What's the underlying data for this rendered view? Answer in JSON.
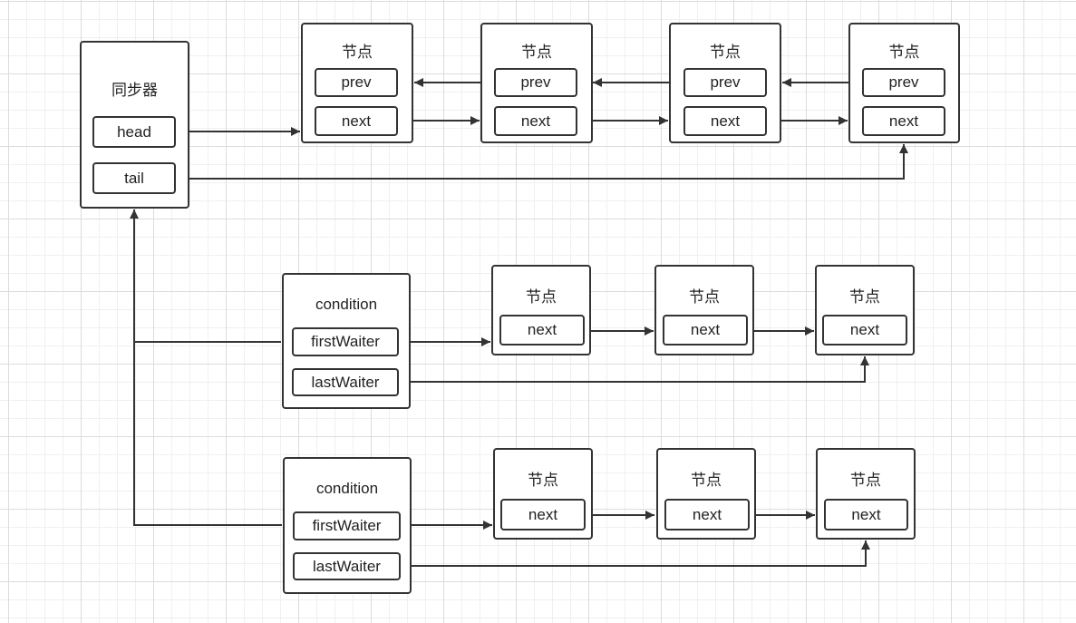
{
  "synchronizer": {
    "title": "同步器",
    "head": "head",
    "tail": "tail"
  },
  "sync_queue": {
    "nodes": [
      {
        "title": "节点",
        "prev": "prev",
        "next": "next"
      },
      {
        "title": "节点",
        "prev": "prev",
        "next": "next"
      },
      {
        "title": "节点",
        "prev": "prev",
        "next": "next"
      },
      {
        "title": "节点",
        "prev": "prev",
        "next": "next"
      }
    ]
  },
  "conditions": [
    {
      "title": "condition",
      "first_waiter": "firstWaiter",
      "last_waiter": "lastWaiter",
      "nodes": [
        {
          "title": "节点",
          "next": "next"
        },
        {
          "title": "节点",
          "next": "next"
        },
        {
          "title": "节点",
          "next": "next"
        }
      ]
    },
    {
      "title": "condition",
      "first_waiter": "firstWaiter",
      "last_waiter": "lastWaiter",
      "nodes": [
        {
          "title": "节点",
          "next": "next"
        },
        {
          "title": "节点",
          "next": "next"
        },
        {
          "title": "节点",
          "next": "next"
        }
      ]
    }
  ],
  "colors": {
    "stroke": "#333333",
    "grid": "#dcdcdc"
  }
}
